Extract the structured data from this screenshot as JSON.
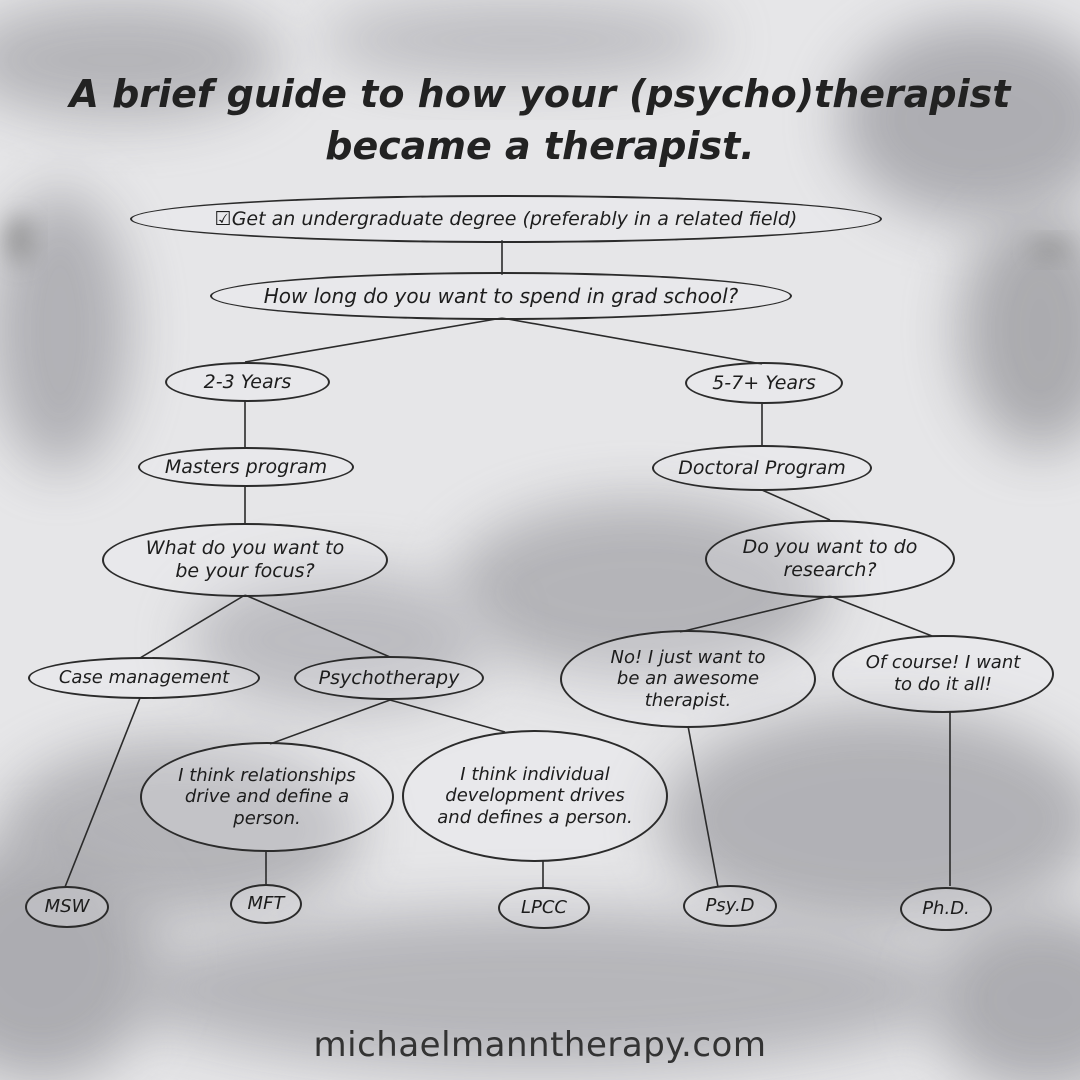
{
  "title": {
    "line1": "A brief guide to how your (psycho)therapist",
    "line2": "became a therapist."
  },
  "nodes": {
    "undergrad": "☑Get an undergraduate degree (preferably in a related field)",
    "grad_school": "How long do you want to spend in grad school?",
    "short": "2-3 Years",
    "long": "5-7+ Years",
    "masters": "Masters program",
    "doctoral": "Doctoral Program",
    "focus": "What do you want to be your focus?",
    "research": "Do you want to do research?",
    "case_mgmt": "Case management",
    "psychotherapy": "Psychotherapy",
    "no_research": "No! I just want to be an awesome therapist.",
    "yes_research": "Of course! I want to do it all!",
    "relationships": "I think relationships drive and define a person.",
    "individual": "I think individual development drives and defines a person.",
    "msw": "MSW",
    "mft": "MFT",
    "lpcc": "LPCC",
    "psyd": "Psy.D",
    "phd": "Ph.D."
  },
  "footer": "michaelmanntherapy.com",
  "colors": {
    "background": "#e6e6e8",
    "ink": "#2b2b2b",
    "texture": "#9a9aa0"
  }
}
